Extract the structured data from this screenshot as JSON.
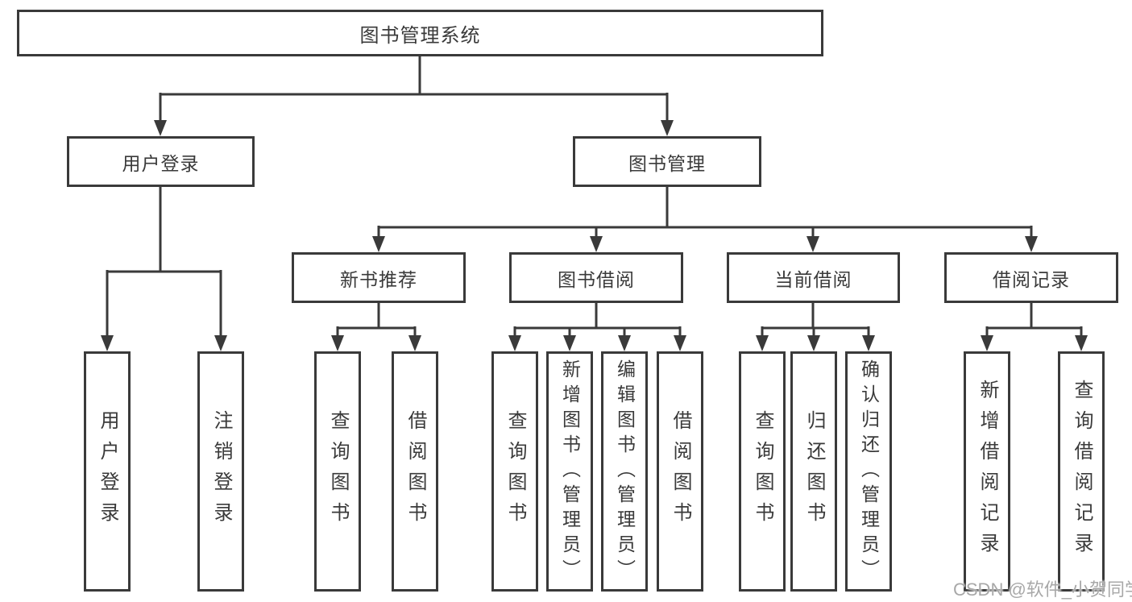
{
  "colors": {
    "line": "#3a3a3a",
    "text": "#3a3a3a",
    "background": "#ffffff",
    "watermark": "#a8a8a8"
  },
  "watermark": "CSDN @软件_小贺同学",
  "tree": {
    "root": "图书管理系统",
    "branches": [
      {
        "label": "用户登录",
        "leaves": [
          "用户登录",
          "注销登录"
        ]
      },
      {
        "label": "图书管理",
        "groups": [
          {
            "label": "新书推荐",
            "leaves": [
              "查询图书",
              "借阅图书"
            ]
          },
          {
            "label": "图书借阅",
            "leaves": [
              "查询图书",
              "新增图书（管理员）",
              "编辑图书（管理员）",
              "借阅图书"
            ]
          },
          {
            "label": "当前借阅",
            "leaves": [
              "查询图书",
              "归还图书",
              "确认归还（管理员）"
            ]
          },
          {
            "label": "借阅记录",
            "leaves": [
              "新增借阅记录",
              "查询借阅记录"
            ]
          }
        ]
      }
    ]
  }
}
